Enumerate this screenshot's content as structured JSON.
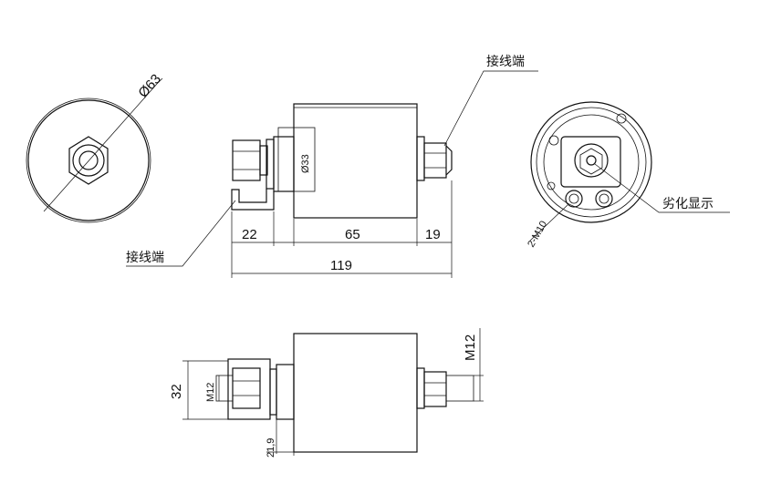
{
  "labels": {
    "terminal_top": "接线端",
    "terminal_left": "接线端",
    "degradation_display": "劣化显示",
    "diameter_outer": "Ø63",
    "diameter_body": "Ø33",
    "bolt_holes": "2-M10",
    "dim_22": "22",
    "dim_65": "65",
    "dim_19": "19",
    "dim_119": "119",
    "thread_right": "M12",
    "thread_left": "M12",
    "dim_32": "32",
    "dim_21_9": "21,9"
  }
}
